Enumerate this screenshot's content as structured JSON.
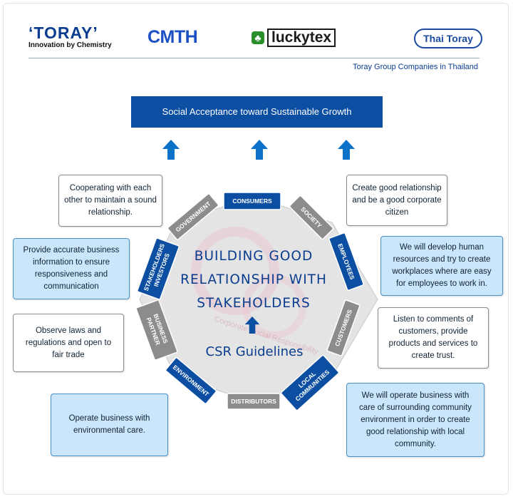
{
  "logos": {
    "toray": {
      "mark": "‘TORAY’",
      "tagline": "Innovation by Chemistry"
    },
    "cmth": "CMTH",
    "luckytex": "luckytex",
    "thai_toray": "Thai Toray"
  },
  "group_caption": "Toray Group Companies in Thailand",
  "banner": "Social Acceptance toward Sustainable Growth",
  "center": {
    "title_lines": [
      "BUILDING GOOD",
      "RELATIONSHIP WITH",
      "STAKEHOLDERS"
    ],
    "guidelines": "CSR Guidelines"
  },
  "stakeholders": [
    {
      "label": "CONSUMERS",
      "style": "blue"
    },
    {
      "label": "SOCIETY",
      "style": "gray"
    },
    {
      "label": "EMPLOYEES",
      "style": "blue"
    },
    {
      "label": "CUSTOMERS",
      "style": "gray"
    },
    {
      "label": "LOCAL COMMUNITIES",
      "style": "blue"
    },
    {
      "label": "DISTRIBUTORS",
      "style": "gray"
    },
    {
      "label": "ENVIRONMENT",
      "style": "blue"
    },
    {
      "label": "BUSINESS PARTNER",
      "style": "gray"
    },
    {
      "label": "STAKEHOLDERS INVESTORS",
      "style": "blue"
    },
    {
      "label": "GOVERNMENT",
      "style": "gray"
    }
  ],
  "callouts": {
    "government": "Cooperating with each other to maintain a sound relationship.",
    "society": "Create good relationship and be a good corporate citizen",
    "investors": "Provide accurate business information to ensure responsiveness and communication",
    "employees": "We will develop human resources and try to create workplaces where are easy for employees to work in.",
    "business_partner": "Observe laws and regulations and open to fair trade",
    "customers": "Listen to comments of customers, provide products and services to create trust.",
    "environment": "Operate business with environmental care.",
    "local_communities": "We will operate business with care of surrounding community environment in order to create good relationship with local community."
  },
  "watermark": "Corporate Social Responsibility",
  "colors": {
    "blue": "#0b4ea2",
    "gray": "#8c8c8c",
    "callout_blue": "#c9e6fb"
  }
}
